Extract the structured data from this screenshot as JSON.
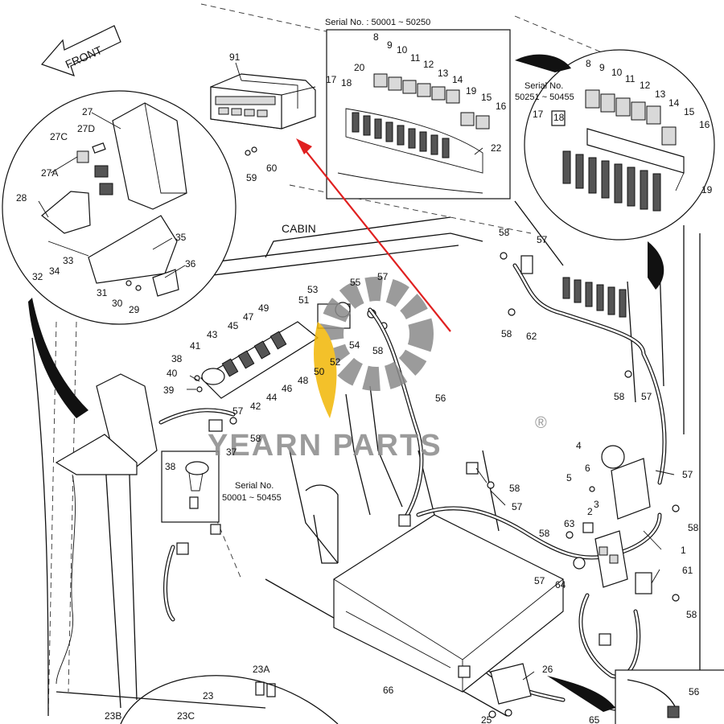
{
  "front_label": "FRONT",
  "cabin_label": "CABIN",
  "serial_notes": [
    {
      "prefix": "Serial No. : ",
      "range": "50001 ~ 50250"
    },
    {
      "prefix": "Serial No.",
      "range": "50251 ~ 50455"
    },
    {
      "prefix": "Serial No.",
      "range": "50001 ~ 50455"
    }
  ],
  "watermark": {
    "brand": "YEARN PARTS",
    "registered": "®",
    "gear_color": "#8a8a8a",
    "flame_color": "#f2b705"
  },
  "arrow_color": "#e02020",
  "callouts": {
    "c91": "91",
    "c17a": "17",
    "c18a": "18",
    "c59": "59",
    "c60": "60",
    "c8a": "8",
    "c9a": "9",
    "c10a": "10",
    "c11a": "11",
    "c12a": "12",
    "c13a": "13",
    "c14a": "14",
    "c15a": "15",
    "c16a": "16",
    "c19a": "19",
    "c20": "20",
    "c22": "22",
    "c8b": "8",
    "c9b": "9",
    "c10b": "10",
    "c11b": "11",
    "c12b": "12",
    "c13b": "13",
    "c14b": "14",
    "c15b": "15",
    "c16b": "16",
    "c17b": "17",
    "c18b": "18",
    "c19b": "19",
    "c27": "27",
    "c27d": "27D",
    "c27c": "27C",
    "c27a": "27A",
    "c28": "28",
    "c35": "35",
    "c33": "33",
    "c34": "34",
    "c32": "32",
    "c31": "31",
    "c30": "30",
    "c29": "29",
    "c36": "36",
    "c53": "53",
    "c55": "55",
    "c57a": "57",
    "c51": "51",
    "c49": "49",
    "c47": "47",
    "c45": "45",
    "c43": "43",
    "c41": "41",
    "c38a": "38",
    "c40": "40",
    "c39": "39",
    "c42": "42",
    "c44": "44",
    "c46": "46",
    "c48": "48",
    "c50": "50",
    "c52": "52",
    "c54": "54",
    "c58a": "58",
    "c57b": "57",
    "c58b": "58",
    "c37": "37",
    "c38b": "38",
    "c56a": "56",
    "c58c": "58",
    "c57c": "57",
    "c58d": "58",
    "c62": "62",
    "c58e": "58",
    "c57d": "57",
    "c4": "4",
    "c6": "6",
    "c5": "5",
    "c57e": "57",
    "c58f": "58",
    "c57f": "57",
    "c2": "2",
    "c3": "3",
    "c58g": "58",
    "c58h": "58",
    "c63": "63",
    "c1": "1",
    "c57g": "57",
    "c64": "64",
    "c61": "61",
    "c58i": "58",
    "c66": "66",
    "c26": "26",
    "c25": "25",
    "c65": "65",
    "c56b": "56",
    "c23a": "23A",
    "c23": "23",
    "c23b": "23B",
    "c23c": "23C"
  }
}
